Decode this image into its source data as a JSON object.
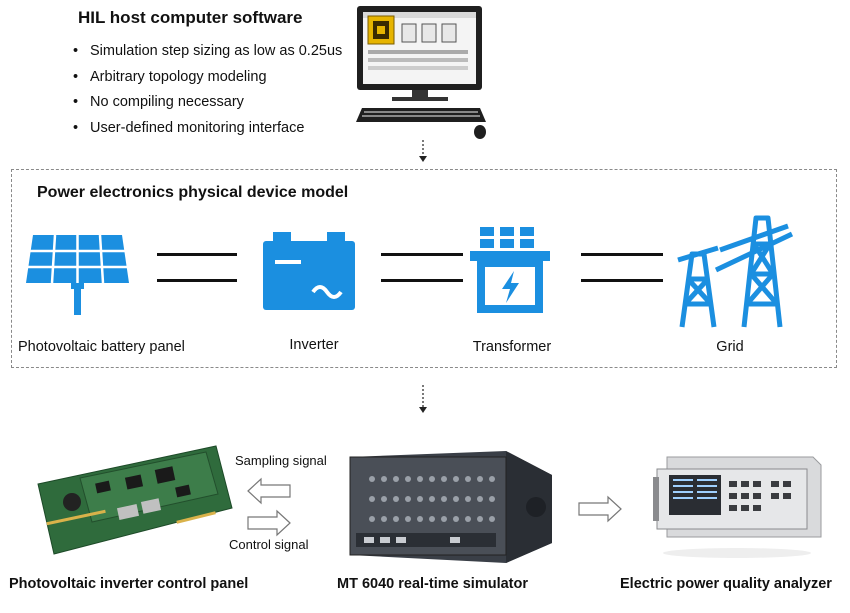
{
  "host": {
    "title": "HIL host computer software",
    "bullets": [
      "Simulation step sizing as low as 0.25us",
      "Arbitrary topology modeling",
      "No compiling necessary",
      "User-defined monitoring interface"
    ]
  },
  "model": {
    "title": "Power electronics physical device model",
    "components": [
      "Photovoltaic battery panel",
      "Inverter",
      "Transformer",
      "Grid"
    ]
  },
  "devices": {
    "control_panel": "Photovoltaic inverter control panel",
    "simulator": "MT 6040 real-time simulator",
    "analyzer": "Electric power quality analyzer",
    "sampling_signal": "Sampling signal",
    "control_signal": "Control signal"
  },
  "colors": {
    "icon_blue": "#1b8fe0",
    "board_green": "#2f6b3c",
    "dash_border": "#8a8a8a"
  },
  "icons": [
    "computer-icon",
    "solar-panel-icon",
    "battery-inverter-icon",
    "transformer-icon",
    "grid-tower-icon"
  ]
}
